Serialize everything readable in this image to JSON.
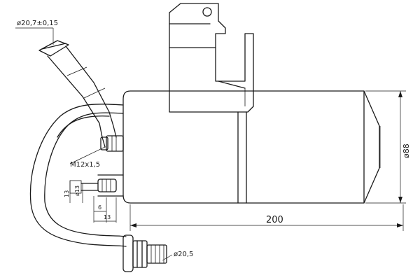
{
  "drawing": {
    "labels": {
      "inlet_diameter": "ø20,7±0,15",
      "thread": "M12x1,5",
      "body_diameter": "ø88",
      "length": "200",
      "outlet_diameter": "ø20,5",
      "stub_diameter": "ø13",
      "stub_height": "13",
      "stub_offset": "6",
      "stub_length": "13"
    }
  }
}
